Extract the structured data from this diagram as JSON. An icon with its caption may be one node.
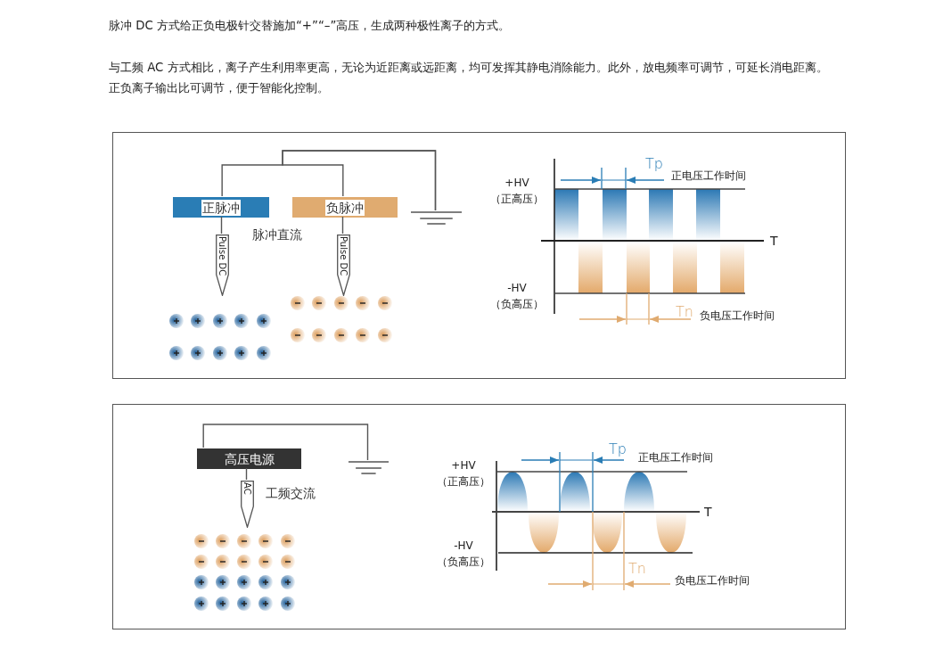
{
  "diagram": {
    "nodes": [
      {
        "text": [],
        "shape": "box"
      },
      {
        "text": [
          "正脉冲"
        ],
        "in": 0
      },
      {
        "text": [
          "负脉冲"
        ],
        "in": 0
      },
      {
        "text": [],
        "shape": "ground",
        "in": 0
      },
      {
        "text": [
          "Pulse DC"
        ],
        "in": 0
      },
      {
        "text": [
          "Pulse DC"
        ],
        "in": 0
      },
      {
        "text": [],
        "shape": "box"
      },
      {
        "text": [
          "高压电源"
        ],
        "in": 6
      },
      {
        "text": [],
        "shape": "ground",
        "in": 6
      },
      {
        "text": [
          "AC"
        ],
        "in": 6
      }
    ],
    "edges": [
      {
        "from": 1,
        "to": 3,
        "arrow": "none"
      },
      {
        "from": 2,
        "to": 3,
        "arrow": "none"
      },
      {
        "from": 1,
        "to": 4,
        "arrow": "none"
      },
      {
        "from": 2,
        "to": 5,
        "arrow": "none"
      },
      {
        "from": 7,
        "to": 8,
        "arrow": "none"
      },
      {
        "from": 7,
        "to": 9,
        "arrow": "none"
      }
    ],
    "labels": [
      "脉冲 DC 方式给正负电极针交替施加“+”“–”高压，生成两种极性离子的方式。",
      "与工频 AC 方式相比，离子产生利用率更高，无论为近距离或远距离，均可发挥其静电消除能力。此外，放电频率可调节，可延长消电距离。正负离子输出比可调节，便于智能化控制。",
      "脉冲直流",
      "+HV （正高压）",
      "-HV （负高压）",
      "T",
      "Tp",
      "正电压工作时间",
      "Tn",
      "负电压工作时间",
      "工频交流",
      "+HV （正高压）",
      "-HV （负高压）",
      "T",
      "Tp",
      "正电压工作时间",
      "Tn",
      "负电压工作时间"
    ]
  }
}
